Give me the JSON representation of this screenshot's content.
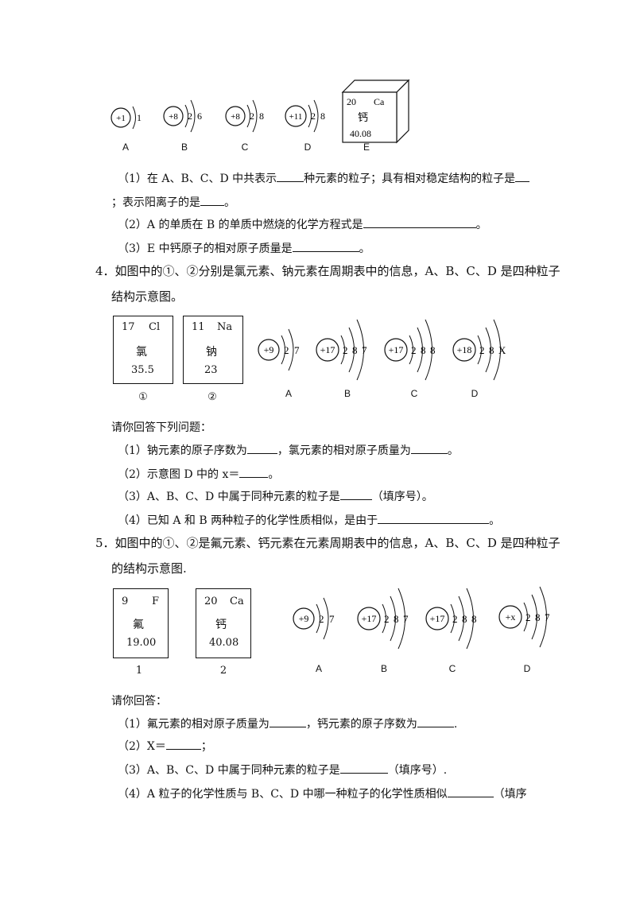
{
  "section1": {
    "atoms": [
      {
        "label": "A",
        "nucleus": "+1",
        "shells": [
          "1"
        ]
      },
      {
        "label": "B",
        "nucleus": "+8",
        "shells": [
          "2",
          "6"
        ]
      },
      {
        "label": "C",
        "nucleus": "+8",
        "shells": [
          "2",
          "8"
        ]
      },
      {
        "label": "D",
        "nucleus": "+11",
        "shells": [
          "2",
          "8"
        ]
      }
    ],
    "tile_e": {
      "label": "E",
      "number": "20",
      "symbol": "Ca",
      "name": "钙",
      "mass": "40.08"
    },
    "q1_a": "（1）在 A、B、C、D 中共表示",
    "q1_b": "种元素的粒子；具有相对稳定结构的粒子是",
    "q1_c": "；表示阳离子的是",
    "q1_end": "。",
    "q2": "（2）A 的单质在 B 的单质中燃烧的化学方程式是",
    "q2_end": "。",
    "q3": "（3）E 中钙原子的相对原子质量是",
    "q3_end": "。"
  },
  "problem4": {
    "stem_line1": "4．如图中的①、②分别是氯元素、钠元素在周期表中的信息，A、B、C、D 是四种粒子",
    "stem_line2": "结构示意图。",
    "tiles": [
      {
        "caption": "①",
        "number": "17",
        "symbol": "Cl",
        "name": "氯",
        "mass": "35.5"
      },
      {
        "caption": "②",
        "number": "11",
        "symbol": "Na",
        "name": "钠",
        "mass": "23"
      }
    ],
    "atoms": [
      {
        "label": "A",
        "nucleus": "+9",
        "shells": [
          "2",
          "7"
        ]
      },
      {
        "label": "B",
        "nucleus": "+17",
        "shells": [
          "2",
          "8",
          "7"
        ]
      },
      {
        "label": "C",
        "nucleus": "+17",
        "shells": [
          "2",
          "8",
          "8"
        ]
      },
      {
        "label": "D",
        "nucleus": "+18",
        "shells": [
          "2",
          "8",
          "X"
        ]
      }
    ],
    "prompt": "请你回答下列问题：",
    "q1_a": "（1）钠元素的原子序数为",
    "q1_b": "，氯元素的相对原子质量为",
    "q1_end": "。",
    "q2": "（2）示意图 D 中的 x＝",
    "q2_end": "。",
    "q3": "（3）A、B、C、D 中属于同种元素的粒子是",
    "q3_end": "（填序号）。",
    "q4": "（4）已知 A 和 B 两种粒子的化学性质相似，是由于",
    "q4_end": "。"
  },
  "problem5": {
    "stem_line1": "5．如图中的①、②是氟元素、钙元素在元素周期表中的信息，A、B、C、D 是四种粒子",
    "stem_line2": "的结构示意图.",
    "tiles": [
      {
        "caption": "1",
        "number": "9",
        "symbol": "F",
        "name": "氟",
        "mass": "19.00"
      },
      {
        "caption": "2",
        "number": "20",
        "symbol": "Ca",
        "name": "钙",
        "mass": "40.08"
      }
    ],
    "atoms": [
      {
        "label": "A",
        "nucleus": "+9",
        "shells": [
          "2",
          "7"
        ]
      },
      {
        "label": "B",
        "nucleus": "+17",
        "shells": [
          "2",
          "8",
          "7"
        ]
      },
      {
        "label": "C",
        "nucleus": "+17",
        "shells": [
          "2",
          "8",
          "8"
        ]
      },
      {
        "label": "D",
        "nucleus": "+x",
        "shells": [
          "2",
          "8",
          "7"
        ]
      }
    ],
    "prompt": "请你回答：",
    "q1_a": "（1）氟元素的相对原子质量为",
    "q1_b": "，钙元素的原子序数为",
    "q1_end": ".",
    "q2": "（2）X＝",
    "q2_end": "；",
    "q3": "（3）A、B、C、D 中属于同种元素的粒子是",
    "q3_end": "（填序号）.",
    "q4": "（4）A 粒子的化学性质与 B、C、D 中哪一种粒子的化学性质相似",
    "q4_end": "（填序"
  }
}
